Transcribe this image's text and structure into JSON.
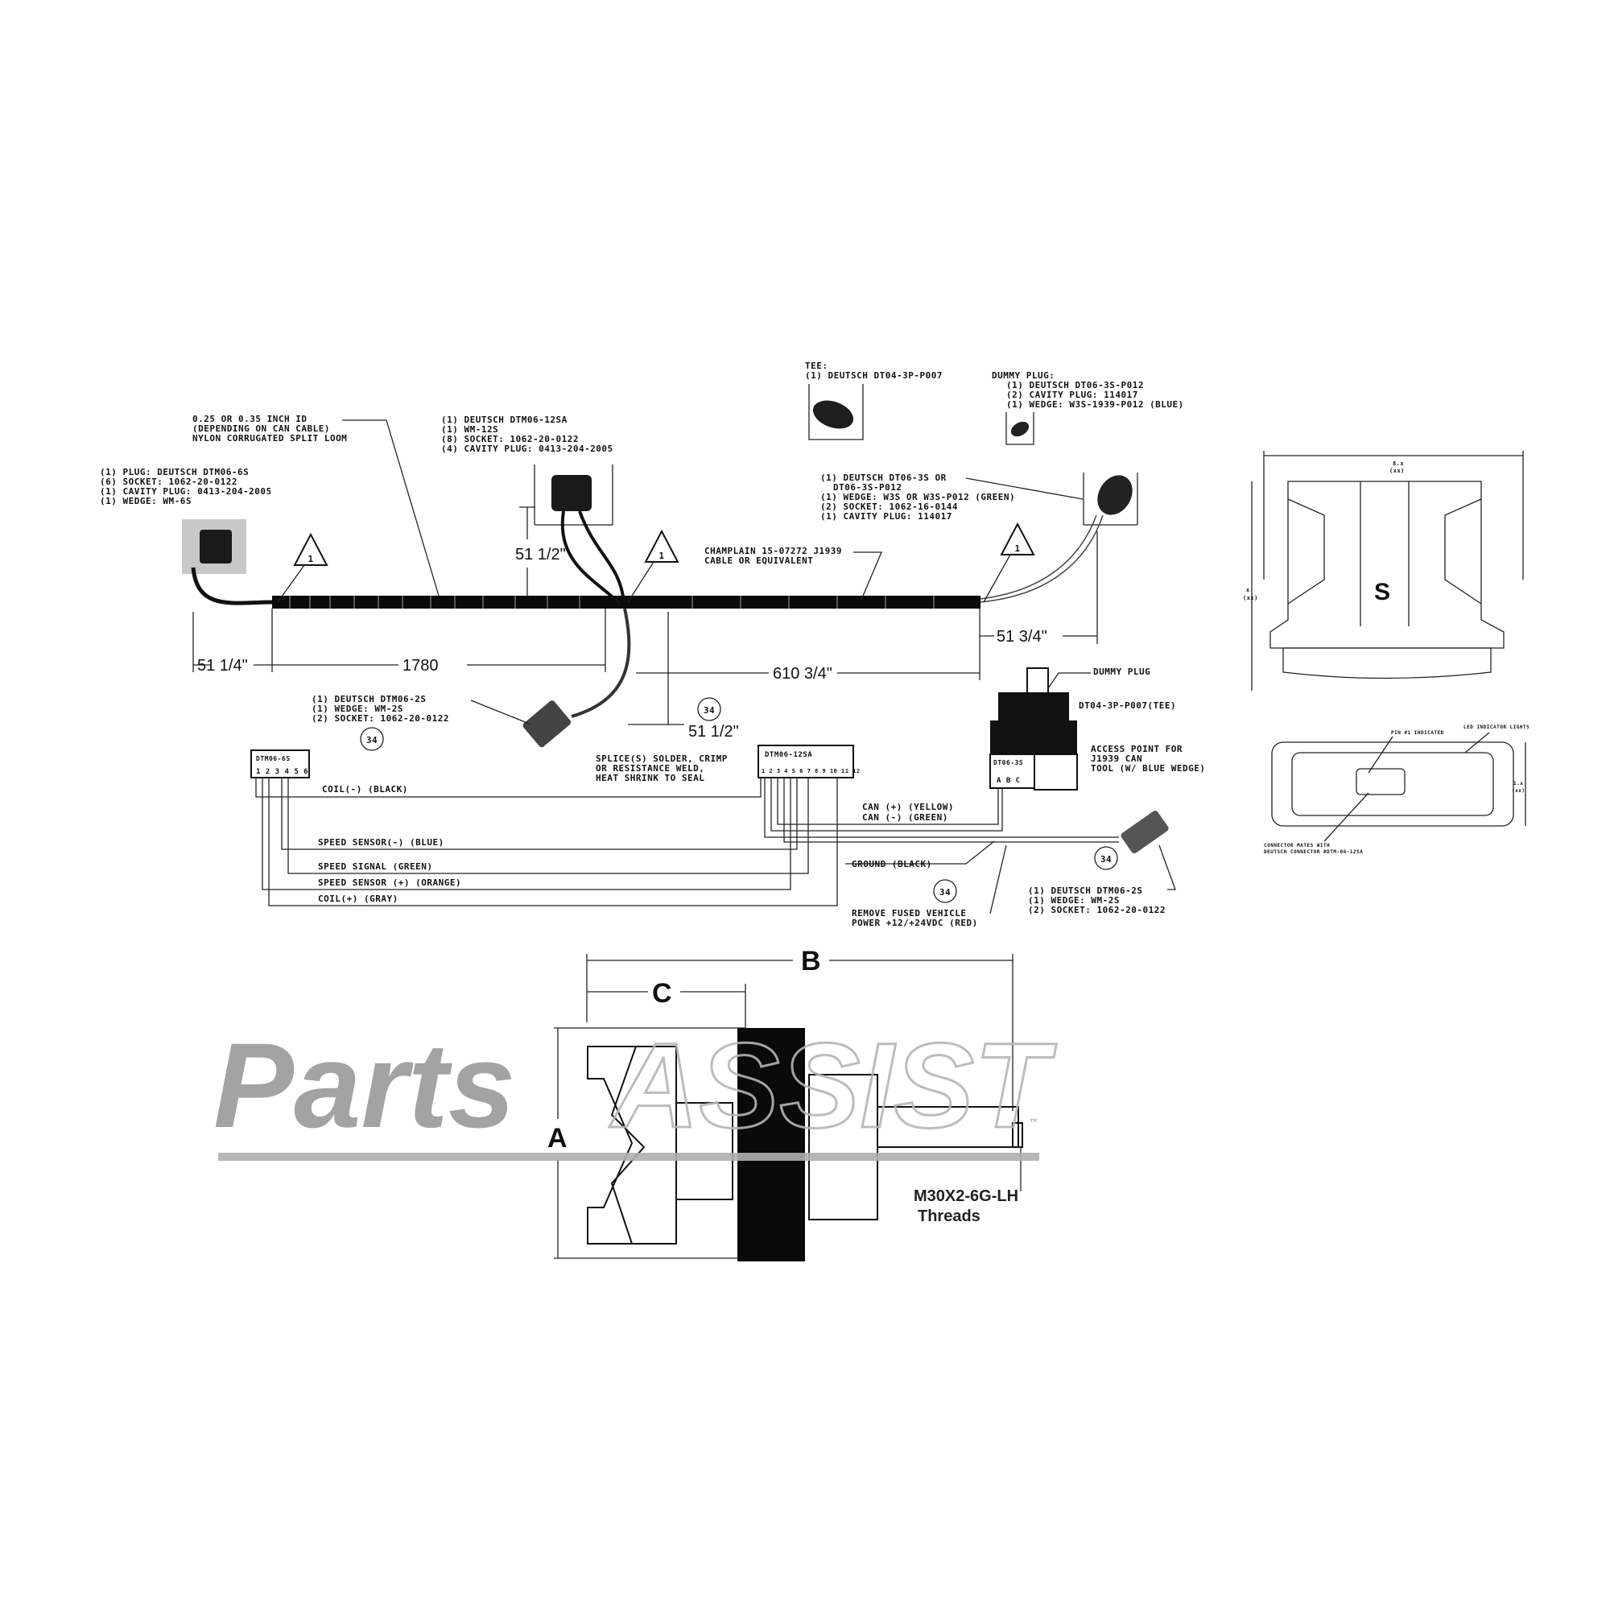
{
  "harness": {
    "loom_note": [
      "0.25 OR 0.35 INCH ID",
      "(DEPENDING ON CAN CABLE)",
      "NYLON CORRUGATED SPLIT LOOM"
    ],
    "left_plug_note": [
      "(1) PLUG: DEUTSCH DTM06-6S",
      "(6) SOCKET: 1062-20-0122",
      "(1) CAVITY PLUG: 0413-204-2005",
      "(1) WEDGE: WM-6S"
    ],
    "mid_plug_note": [
      "(1) DEUTSCH DTM06-12SA",
      "(1) WM-12S",
      "(8) SOCKET: 1062-20-0122",
      "(4) CAVITY PLUG: 0413-204-2005"
    ],
    "tee_note": [
      "TEE:",
      "(1) DEUTSCH DT04-3P-P007"
    ],
    "dummy_note": [
      "DUMMY PLUG:",
      "(1) DEUTSCH DT06-3S-P012",
      "(2) CAVITY PLUG: 114017",
      "(1) WEDGE: W3S-1939-P012 (BLUE)"
    ],
    "right_plug_note": [
      "(1) DEUTSCH DT06-3S OR",
      "DT06-3S-P012",
      "(1) WEDGE: W3S OR W3S-P012 (GREEN)",
      "(2) SOCKET: 1062-16-0144",
      "(1) CAVITY PLUG: 114017"
    ],
    "cable_note": [
      "CHAMPLAIN 15-07272 J1939",
      "CABLE OR EQUIVALENT"
    ],
    "warning_mark": "1",
    "dims": {
      "left": "51 1/4\"",
      "main": "1780",
      "right_span": "610 3/4\"",
      "right_tail": "51 3/4\"",
      "mid_drop": "51 1/2\"",
      "lower_drop": "51 1/2\""
    },
    "lower_plug_note": [
      "(1) DEUTSCH DTM06-2S",
      "(1) WEDGE: WM-2S",
      "(2) SOCKET: 1062-20-0122"
    ],
    "callout": "34"
  },
  "schematic": {
    "conn_left": {
      "name": "DTM06-6S",
      "pins": "1 2 3 4 5 6"
    },
    "conn_mid": {
      "name": "DTM06-12SA",
      "pins": "1 2 3 4 5 6 7 8 9 10 11 12"
    },
    "splice_note": [
      "SPLICE(S) SOLDER, CRIMP",
      "OR RESISTANCE WELD,",
      "HEAT SHRINK TO SEAL"
    ],
    "wires": [
      "COIL(-) (BLACK)",
      "SPEED SENSOR(-) (BLUE)",
      "SPEED SIGNAL (GREEN)",
      "SPEED SENSOR (+) (ORANGE)",
      "COIL(+) (GRAY)"
    ],
    "can_wires": [
      "CAN (+) (YELLOW)",
      "CAN (-) (GREEN)"
    ],
    "dummy_plug": "DUMMY PLUG",
    "tee": "DT04-3P-P007(TEE)",
    "tee_body": "DT06-3S",
    "tee_pins": "A B C",
    "access_note": [
      "ACCESS POINT FOR",
      "J1939 CAN",
      "TOOL (W/ BLUE WEDGE)"
    ],
    "ground": "GROUND (BLACK)",
    "power_note": [
      "REMOVE FUSED VEHICLE",
      "POWER +12/+24VDC (RED)"
    ],
    "power_plug_note": [
      "(1) DEUTSCH DTM06-2S",
      "(1) WEDGE: WM-2S",
      "(2) SOCKET: 1062-20-0122"
    ]
  },
  "ecu": {
    "width_dim": "8.x",
    "width_unit": "(xx)",
    "height_dim": "x",
    "height_unit": "(xx)",
    "pin_label": "PIN #1 INDICATED",
    "led_label": "LED INDICATOR LIGHTS",
    "connector_note": [
      "CONNECTOR MATES WITH",
      "DEUTSCH CONNECTOR #DTM-06-12SA"
    ],
    "depth_dim": "1.x",
    "depth_unit": "(xx)"
  },
  "pump": {
    "dim_a": "A",
    "dim_b": "B",
    "dim_c": "C",
    "thread": "M30X2-6G-LH",
    "thread_sub": "Threads"
  },
  "watermark": {
    "part1": "Parts",
    "part2": "ASSIST",
    "tm": "™"
  }
}
